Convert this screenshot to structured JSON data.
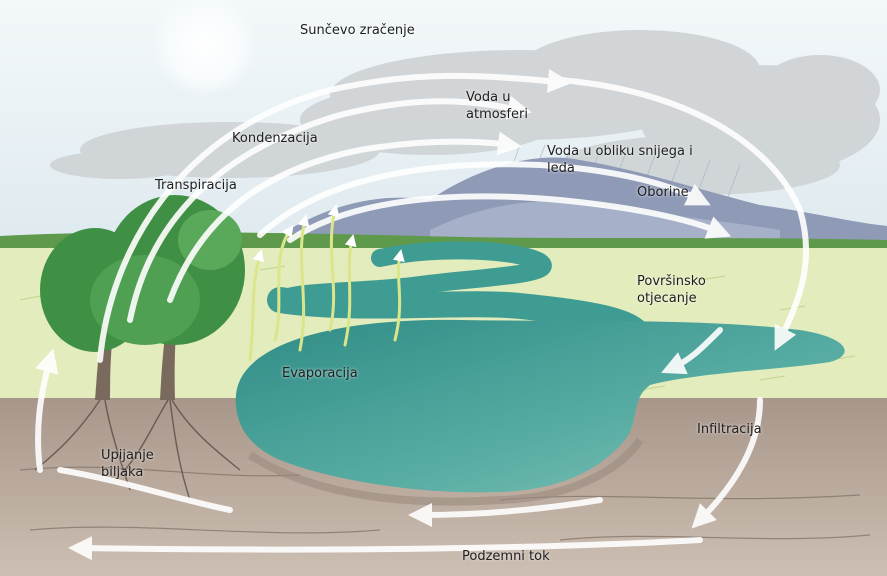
{
  "diagram": {
    "labels": {
      "suncevo_zracenje": "Sunčevo zračenje",
      "voda_u_atmosferi_1": "Voda u",
      "voda_u_atmosferi_2": "atmosferi",
      "kondenzacija": "Kondenzacija",
      "voda_snijeg_led_1": "Voda u obliku snijega i",
      "voda_snijeg_led_2": "leda",
      "transpiracija": "Transpiracija",
      "oborine": "Oborine",
      "povrsinsko_1": "Površinsko",
      "povrsinsko_2": "otjecanje",
      "evaporacija": "Evaporacija",
      "infiltracija": "Infiltracija",
      "upijanje_1": "Upijanje",
      "upijanje_2": "biljaka",
      "podzemni_tok": "Podzemni tok"
    },
    "colors": {
      "sky": "#e6f0f4",
      "cloud": "#cfd3d6",
      "mountain": "#8e9ab6",
      "grass": "#e3ecbd",
      "water": "#3f9c93",
      "soil": "#b8a89a",
      "tree": "#3f8f45",
      "arrow": "#ffffff"
    }
  }
}
